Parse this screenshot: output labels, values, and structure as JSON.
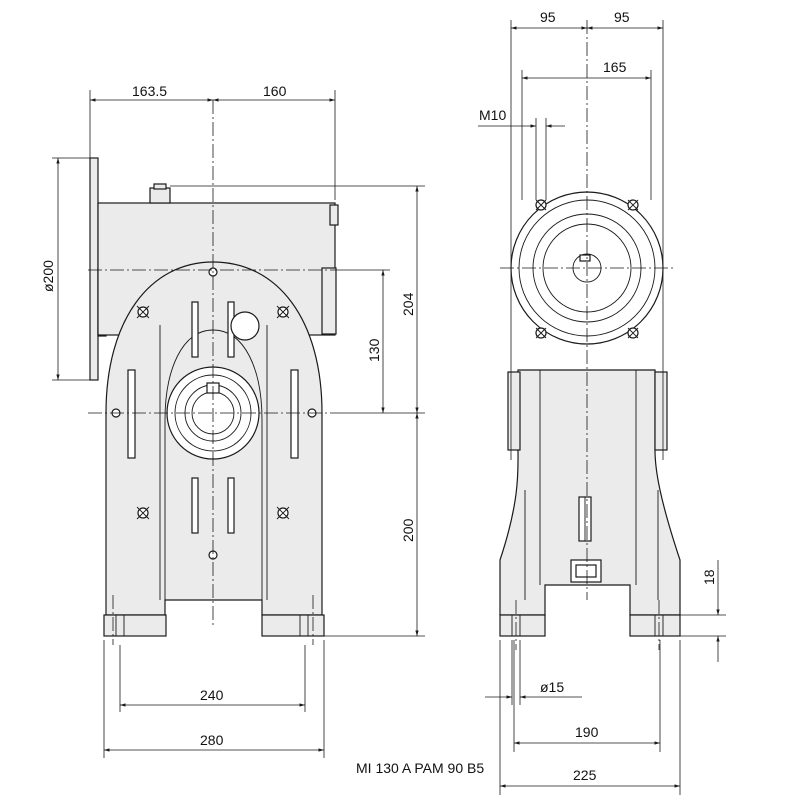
{
  "drawing": {
    "designation": "MI 130 A PAM 90 B5",
    "front_view": {
      "dim_left_offset": "163.5",
      "dim_right_offset": "160",
      "dim_flange_diameter": "ø200",
      "dim_total_height": "204",
      "dim_axis_spacing": "130",
      "dim_axis_height": "200",
      "dim_foot_holes": "240",
      "dim_base_width": "280"
    },
    "side_view": {
      "dim_half_left": "95",
      "dim_half_right": "95",
      "dim_flange_pcd": "165",
      "dim_thread": "M10",
      "dim_foot_height": "18",
      "dim_hole_diameter": "ø15",
      "dim_foot_spacing": "190",
      "dim_overall_width": "225"
    }
  }
}
